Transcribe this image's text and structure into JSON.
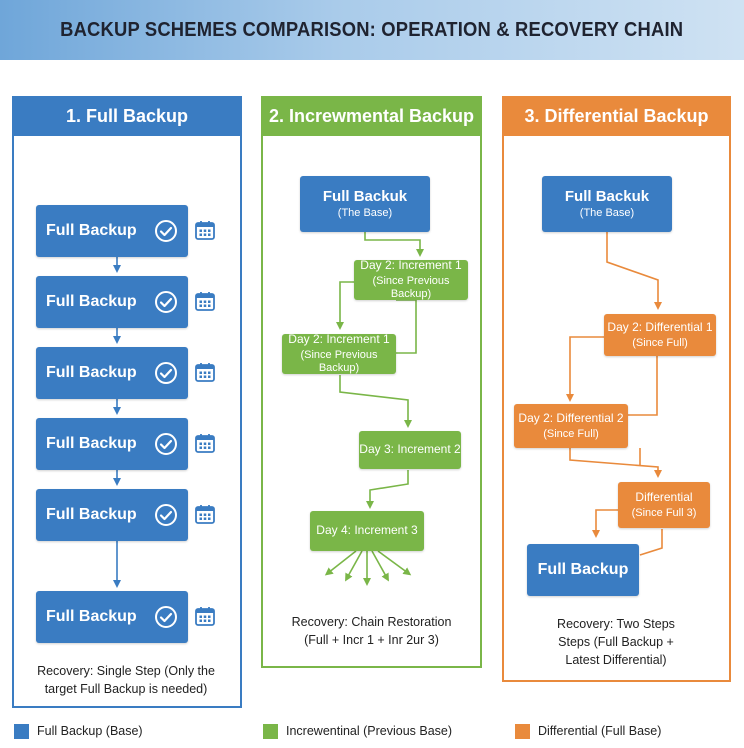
{
  "title": "BACKUP SCHEMES COMPARISON: OPERATION & RECOVERY CHAIN",
  "colors": {
    "full": "#3a7cc2",
    "incremental": "#7ab648",
    "differential": "#e98a3c"
  },
  "panels": {
    "full": {
      "heading": "1. Full Backup",
      "items": [
        "Full Backup",
        "Full Backup",
        "Full Backup",
        "Full Backup",
        "Full Backup",
        "Full Backup"
      ],
      "check_icon": "check-circle-icon",
      "calendar_icon": "calendar-icon",
      "recovery": [
        "Recovery: Single Step (Only the",
        "target Full Backup is needed)"
      ]
    },
    "incremental": {
      "heading": "2. Increwmental Backup",
      "base": {
        "title": "Full Backuk",
        "sub": "(The Base)"
      },
      "nodes": [
        {
          "title": "Day 2: Increment 1",
          "sub": "(Since Previous Backup)"
        },
        {
          "title": "Day 2: Increment 1",
          "sub": "(Since Previous Backup)"
        },
        {
          "title": "Day 3: Increment 2",
          "sub": ""
        },
        {
          "title": "Day 4: Increment 3",
          "sub": ""
        }
      ],
      "recovery": [
        "Recovery: Chain Restoration",
        "(Full + Incr 1 + Inr 2ur 3)"
      ]
    },
    "differential": {
      "heading": "3. Differential Backup",
      "base": {
        "title": "Full Backuk",
        "sub": "(The Base)"
      },
      "nodes": [
        {
          "title": "Day 2: Differential 1",
          "sub": "(Since Full)"
        },
        {
          "title": "Day 2: Differential 2",
          "sub": "(Since Full)"
        },
        {
          "title": "Differential",
          "sub": "(Since Full 3)"
        }
      ],
      "final": "Full Backup",
      "recovery": [
        "Recovery: Two Steps",
        "Steps (Full Backup +",
        "Latest Differential)"
      ]
    }
  },
  "legend": [
    {
      "label": "Full Backup (Base)",
      "color": "#3a7cc2"
    },
    {
      "label": "Increwentinal (Previous Base)",
      "color": "#7ab648"
    },
    {
      "label": "Differential (Full Base)",
      "color": "#e98a3c"
    }
  ]
}
